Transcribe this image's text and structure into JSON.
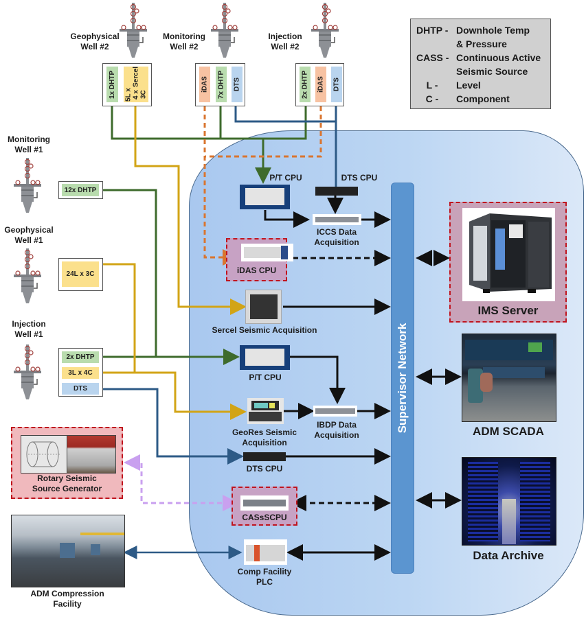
{
  "legend": {
    "rows": [
      {
        "key": "DHTP -",
        "value": "Downhole Temp"
      },
      {
        "key": "",
        "value": "& Pressure"
      },
      {
        "key": "CASS -",
        "value": "Continuous Active"
      },
      {
        "key": "",
        "value": "Seismic Source"
      },
      {
        "key": "L -",
        "value": "Level"
      },
      {
        "key": "C -",
        "value": "Component"
      }
    ]
  },
  "wells": {
    "geophysical_2": {
      "line1": "Geophysical",
      "line2": "Well #2",
      "sensors": [
        "1x DHTP",
        "5L x 4 x 3C Sercel"
      ]
    },
    "monitoring_2": {
      "line1": "Monitoring",
      "line2": "Well #2",
      "sensors": [
        "iDAS",
        "7x DHTP",
        "DTS"
      ]
    },
    "injection_2": {
      "line1": "Injection",
      "line2": "Well #2",
      "sensors": [
        "2x DHTP",
        "iDAS",
        "DTS"
      ]
    },
    "monitoring_1": {
      "line1": "Monitoring",
      "line2": "Well #1",
      "sensors": [
        "12x DHTP"
      ]
    },
    "geophysical_1": {
      "line1": "Geophysical",
      "line2": "Well #1",
      "sensors": [
        "24L x 3C"
      ]
    },
    "injection_1": {
      "line1": "Injection",
      "line2": "Well #1",
      "sensors": [
        "2x DHTP",
        "3L x 4C",
        "DTS"
      ]
    }
  },
  "sercel_chip": {
    "line1": "5L x 4 x 3C",
    "line2": "Sercel"
  },
  "devices": {
    "pt_cpu_top": "P/T CPU",
    "dts_cpu_top": "DTS CPU",
    "iccs_line1": "ICCS Data",
    "iccs_line2": "Acquisition",
    "idas_cpu": "iDAS CPU",
    "sercel_acq": "Sercel Seismic Acquisition",
    "pt_cpu_bottom": "P/T CPU",
    "georesl1": "GeoRes Seismic",
    "georesl2": "Acquisition",
    "ibdp_line1": "IBDP Data",
    "ibdp_line2": "Acquisition",
    "dts_cpu_bottom": "DTS CPU",
    "cassscpu": "CASsSCPU",
    "plc_line1": "Comp Facility",
    "plc_line2": "PLC"
  },
  "supervisor_network": "Supervisor Network",
  "right_side": {
    "ims_server": "IMS Server",
    "adm_scada": "ADM SCADA",
    "data_archive": "Data Archive"
  },
  "left_side": {
    "rotary_line1": "Rotary Seismic",
    "rotary_line2": "Source Generator",
    "adm_comp_line1": "ADM Compression",
    "adm_comp_line2": "Facility"
  },
  "colors": {
    "dhtp_line": "#3e6b2c",
    "seismic_line": "#d2a416",
    "idas_line": "#d9752f",
    "dts_line": "#2d5a86",
    "cass_line": "#c9a0ef",
    "network_line": "#111111",
    "highlight_border": "#c0141e"
  }
}
